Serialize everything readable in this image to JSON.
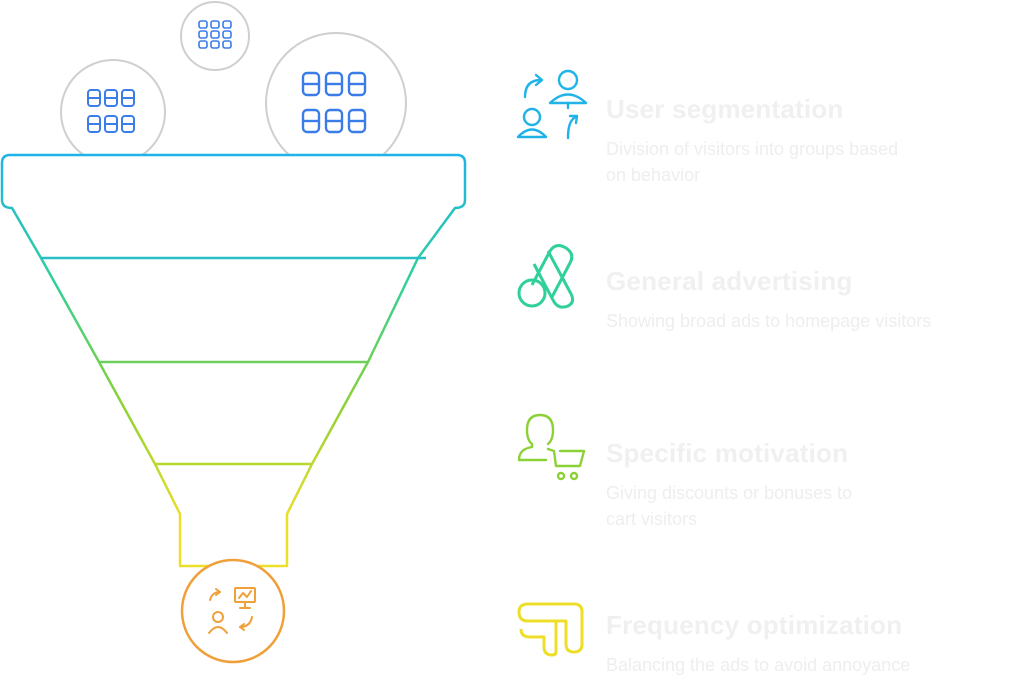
{
  "colors": {
    "blue": "#1fb3e8",
    "teal": "#2fd09a",
    "green": "#8cd136",
    "yellow": "#eddf29",
    "orange": "#f0a03a",
    "grid_blue": "#3b7de8",
    "circle_gray": "#cfcfcf",
    "text_light": "#f0f0f0"
  },
  "funnel": {
    "inputs": [
      {
        "name": "small-input-circle",
        "icon": "grid-icon"
      },
      {
        "name": "medium-input-circle",
        "icon": "grid-icon"
      },
      {
        "name": "large-input-circle",
        "icon": "grid-icon"
      }
    ],
    "output_icon": "user-dashboard-icon"
  },
  "steps": [
    {
      "title": "User segmentation",
      "description_lines": [
        "Division of visitors into groups based",
        "on behavior"
      ],
      "icon": "user-exchange-icon",
      "color": "#1fb3e8"
    },
    {
      "title": "General advertising",
      "description_lines": [
        "Showing broad ads to homepage visitors"
      ],
      "icon": "google-ads-icon",
      "color": "#2fd09a"
    },
    {
      "title": "Specific motivation",
      "description_lines": [
        "Giving discounts or bonuses to",
        "cart visitors"
      ],
      "icon": "user-cart-icon",
      "color": "#8cd136"
    },
    {
      "title": "Frequency optimization",
      "description_lines": [
        "Balancing the ads to avoid annoyance"
      ],
      "icon": "ads-logo-icon",
      "color": "#eddf29"
    }
  ]
}
